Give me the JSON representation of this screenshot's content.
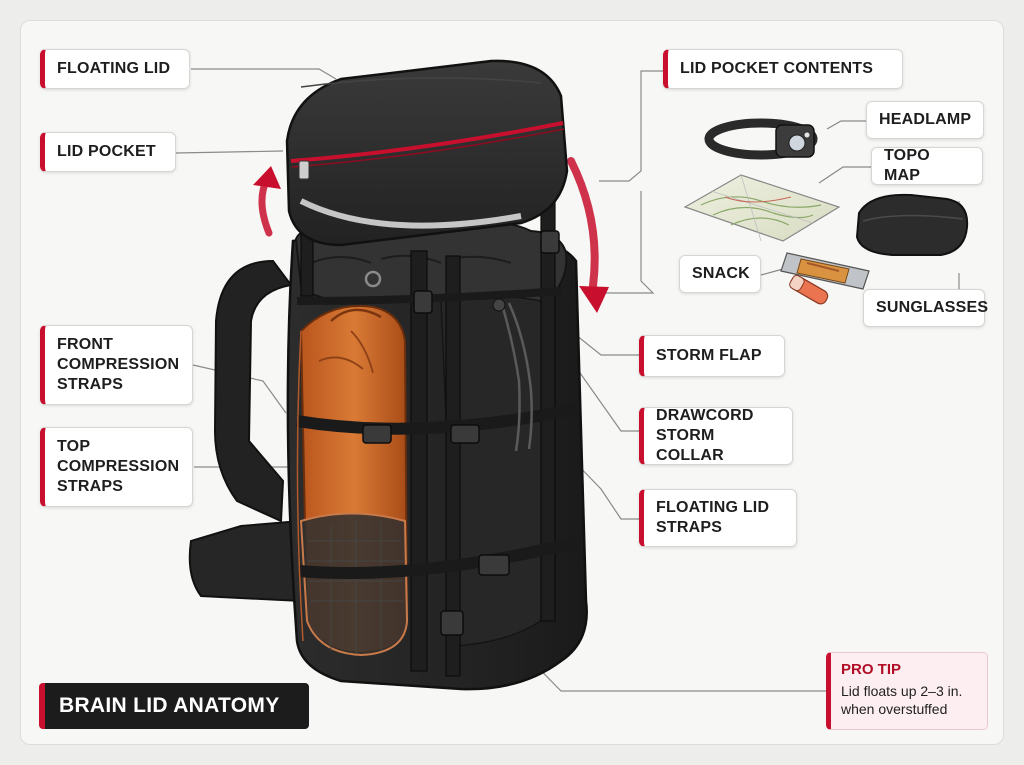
{
  "labels": {
    "floating_lid": "FLOATING LID",
    "lid_pocket": "LID POCKET",
    "front_compression": [
      "FRONT",
      "COMPRESSION",
      "STRAPS"
    ],
    "top_compression": [
      "TOP",
      "COMPRESSION",
      "STRAPS"
    ],
    "lid_pocket_contents": "LID POCKET CONTENTS",
    "headlamp": "HEADLAMP",
    "topo_map": "TOPO MAP",
    "snack": "SNACK",
    "sunglasses": "SUNGLASSES",
    "storm_flap": "STORM FLAP",
    "drawcord": [
      "DRAWCORD",
      "STORM COLLAR"
    ],
    "floating_lid_straps": [
      "FLOATING LID",
      "STRAPS"
    ]
  },
  "title": "BRAIN LID ANATOMY",
  "pro_tip": {
    "heading": "PRO TIP",
    "lines": [
      "Lid floats up 2–3 in.",
      "when overstuffed"
    ]
  },
  "colors": {
    "accent": "#c8102e",
    "pack": "#2b2b2b",
    "sleeping_bag": "#c8672a",
    "label_bg": "#ffffff"
  },
  "icons": [
    "backpack-illustration",
    "headlamp-icon",
    "topo-map-icon",
    "snack-bar-icon",
    "lip-balm-icon",
    "sunglasses-case-icon",
    "lift-arrow-icon",
    "lower-arrow-icon"
  ]
}
